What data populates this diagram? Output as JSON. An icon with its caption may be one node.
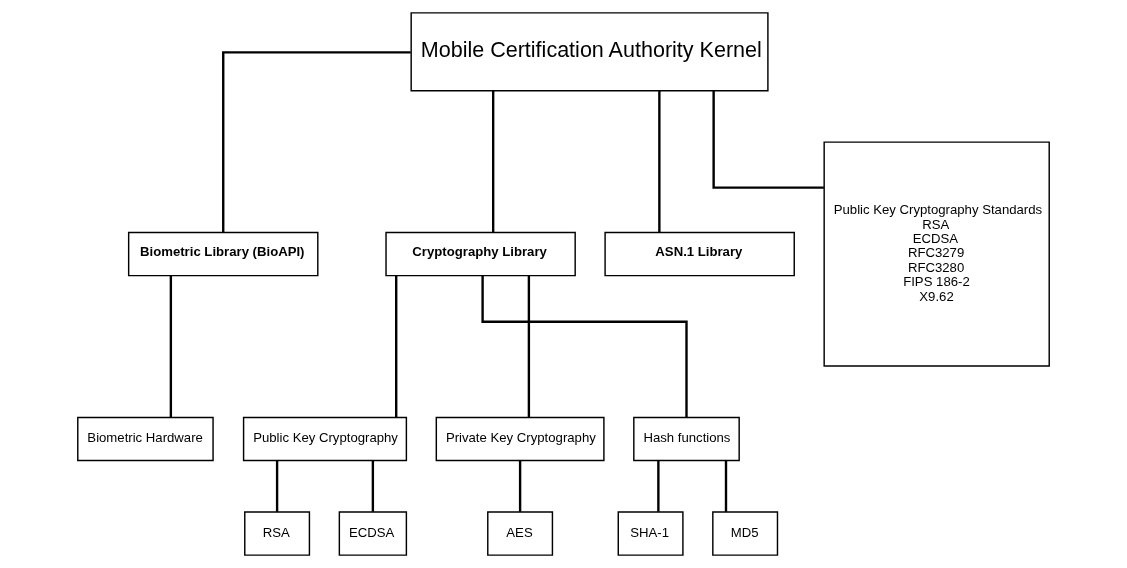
{
  "diagram": {
    "nodes": [
      {
        "text": [
          "Mobile Certification Authority Kernel"
        ]
      },
      {
        "text": [
          "Biometric Library (BioAPI)"
        ]
      },
      {
        "text": [
          "Cryptography Library"
        ]
      },
      {
        "text": [
          "ASN.1 Library"
        ]
      },
      {
        "text": [
          "Public Key Cryptography Standards",
          "RSA",
          "ECDSA",
          "RFC3279",
          "RFC3280",
          "FIPS 186-2",
          "X9.62"
        ]
      },
      {
        "text": [
          "Biometric Hardware"
        ]
      },
      {
        "text": [
          "Public Key Cryptography"
        ]
      },
      {
        "text": [
          "Private Key Cryptography"
        ]
      },
      {
        "text": [
          "Hash functions"
        ]
      },
      {
        "text": [
          "RSA"
        ]
      },
      {
        "text": [
          "ECDSA"
        ]
      },
      {
        "text": [
          "AES"
        ]
      },
      {
        "text": [
          "SHA-1"
        ]
      },
      {
        "text": [
          "MD5"
        ]
      }
    ],
    "edges": [
      {
        "from": 0,
        "to": 1,
        "arrow": "none"
      },
      {
        "from": 0,
        "to": 2,
        "arrow": "none"
      },
      {
        "from": 0,
        "to": 3,
        "arrow": "none"
      },
      {
        "from": 0,
        "to": 4,
        "arrow": "none"
      },
      {
        "from": 1,
        "to": 5,
        "arrow": "none"
      },
      {
        "from": 2,
        "to": 6,
        "arrow": "none"
      },
      {
        "from": 2,
        "to": 7,
        "arrow": "none"
      },
      {
        "from": 2,
        "to": 8,
        "arrow": "none"
      },
      {
        "from": 6,
        "to": 9,
        "arrow": "none"
      },
      {
        "from": 6,
        "to": 10,
        "arrow": "none"
      },
      {
        "from": 7,
        "to": 11,
        "arrow": "none"
      },
      {
        "from": 8,
        "to": 12,
        "arrow": "none"
      },
      {
        "from": 8,
        "to": 13,
        "arrow": "none"
      }
    ]
  }
}
